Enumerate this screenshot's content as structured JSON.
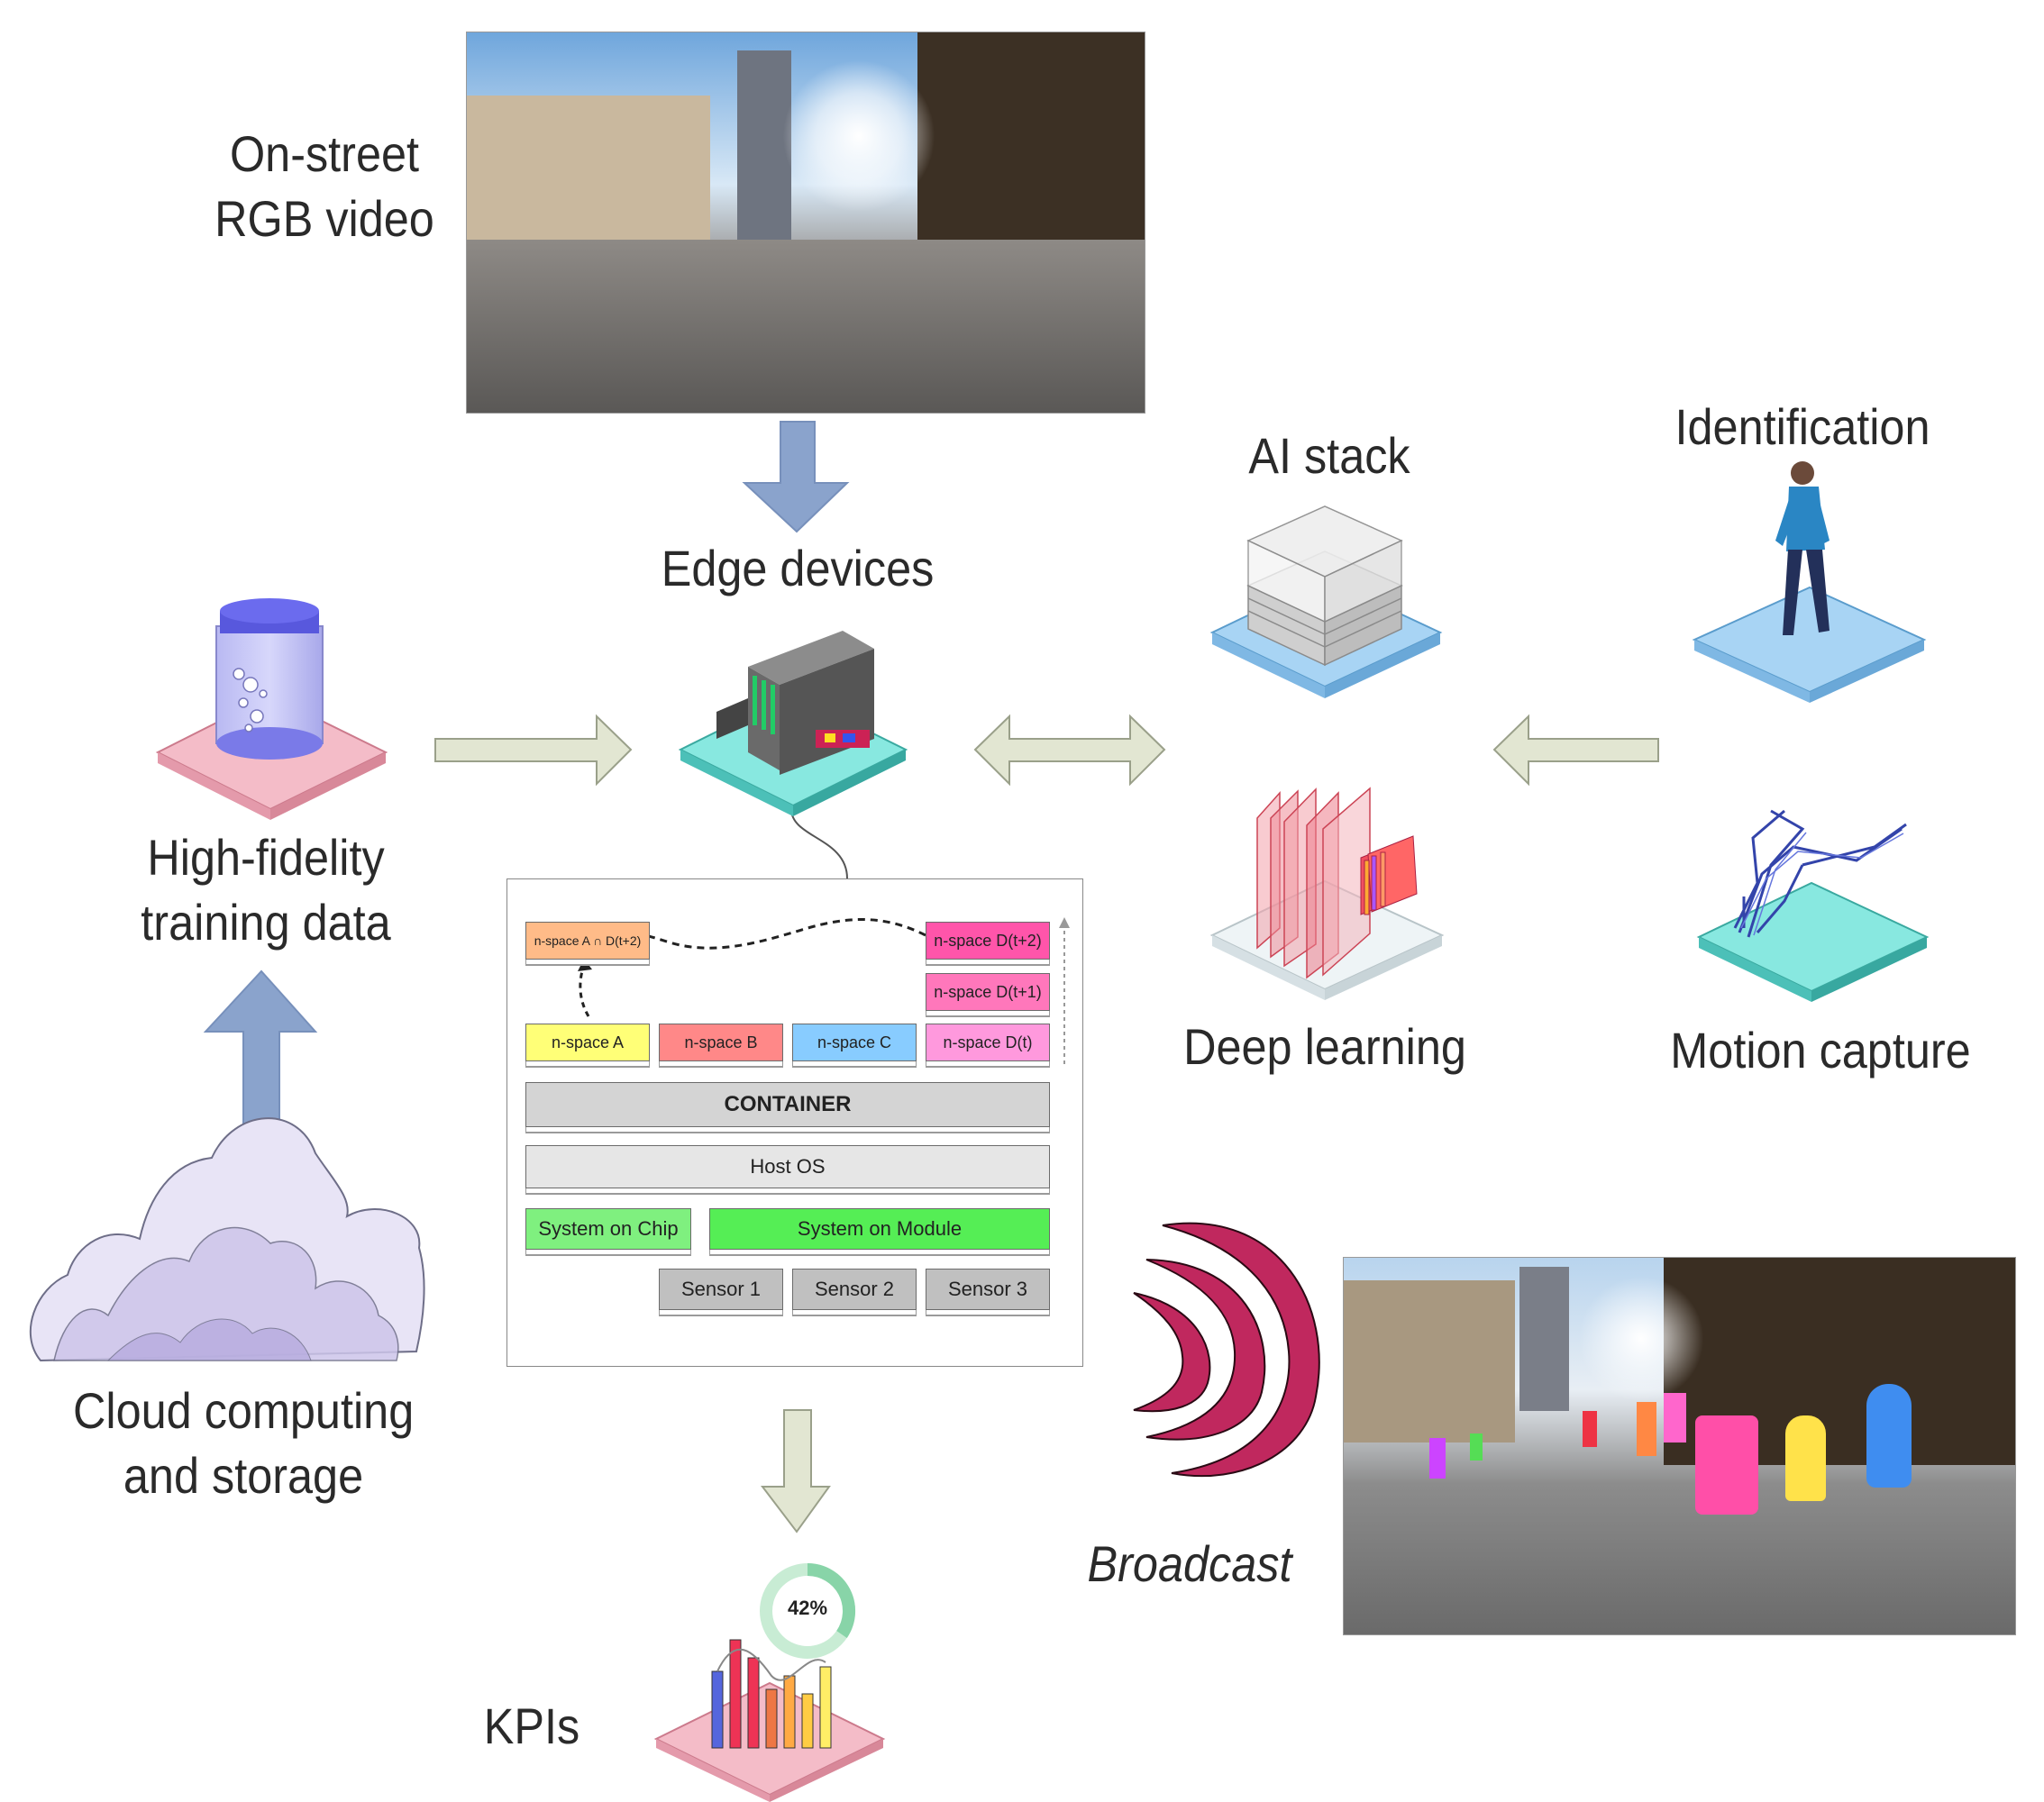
{
  "labels": {
    "on_street": [
      "On-street",
      "RGB video"
    ],
    "edge_devices": "Edge devices",
    "ai_stack": "AI stack",
    "identification": "Identification",
    "high_fidelity": [
      "High-fidelity",
      "training data"
    ],
    "deep_learning": "Deep learning",
    "motion_capture": "Motion capture",
    "cloud": [
      "Cloud computing",
      "and storage"
    ],
    "broadcast": "Broadcast",
    "kpis": "KPIs",
    "kpi_percent": "42%"
  },
  "stack": {
    "nspace_intersect": "n-space A ∩ D(t+2)",
    "nspace_d_t2": "n-space D(t+2)",
    "nspace_d_t1": "n-space D(t+1)",
    "nspace_a": "n-space A",
    "nspace_b": "n-space B",
    "nspace_c": "n-space C",
    "nspace_d_t": "n-space D(t)",
    "container": "CONTAINER",
    "host_os": "Host OS",
    "system_on_chip": "System on Chip",
    "system_on_module": "System on Module",
    "sensor_1": "Sensor 1",
    "sensor_2": "Sensor 2",
    "sensor_3": "Sensor 3"
  },
  "colors": {
    "arrow_blue": "#8aa3cc",
    "arrow_beige": "#e2e6d2",
    "container_gray": "#d4d4d4",
    "host_gray": "#e6e6e6",
    "chip_green": "#7ff07f",
    "module_green": "#55ee55",
    "sensor_gray": "#c0c0c0",
    "yellow": "#ffff77",
    "salmon": "#ff8888",
    "blue": "#88ccff",
    "pink": "#ff99dd",
    "orange": "#ffbb88",
    "magenta": "#ff55aa",
    "broadcast": "#c0285e"
  },
  "icons": [
    "edge-device-icon",
    "ai-stack-icon",
    "identification-figure-icon",
    "data-jar-icon",
    "deep-learning-icon",
    "motion-capture-icon",
    "cloud-icon",
    "broadcast-icon",
    "kpi-chart-icon"
  ]
}
